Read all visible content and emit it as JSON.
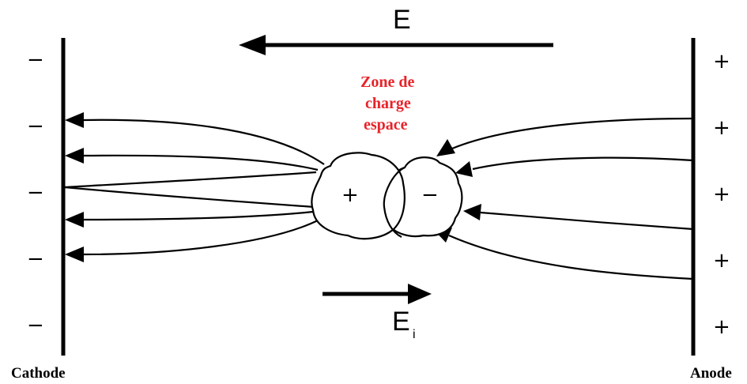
{
  "labels": {
    "external_field": "E",
    "internal_field": "E",
    "internal_field_subscript": "i",
    "cathode": "Cathode",
    "anode": "Anode",
    "zone_line1": "Zone de",
    "zone_line2": "charge",
    "zone_line3": "espace",
    "positive_cluster_sign": "+",
    "negative_cluster_sign": "−"
  },
  "cathode_signs": [
    "−",
    "−",
    "−",
    "−",
    "−"
  ],
  "anode_signs": [
    "+",
    "+",
    "+",
    "+",
    "+"
  ],
  "colors": {
    "zone_label": "#e8232a",
    "lines": "#000000"
  }
}
